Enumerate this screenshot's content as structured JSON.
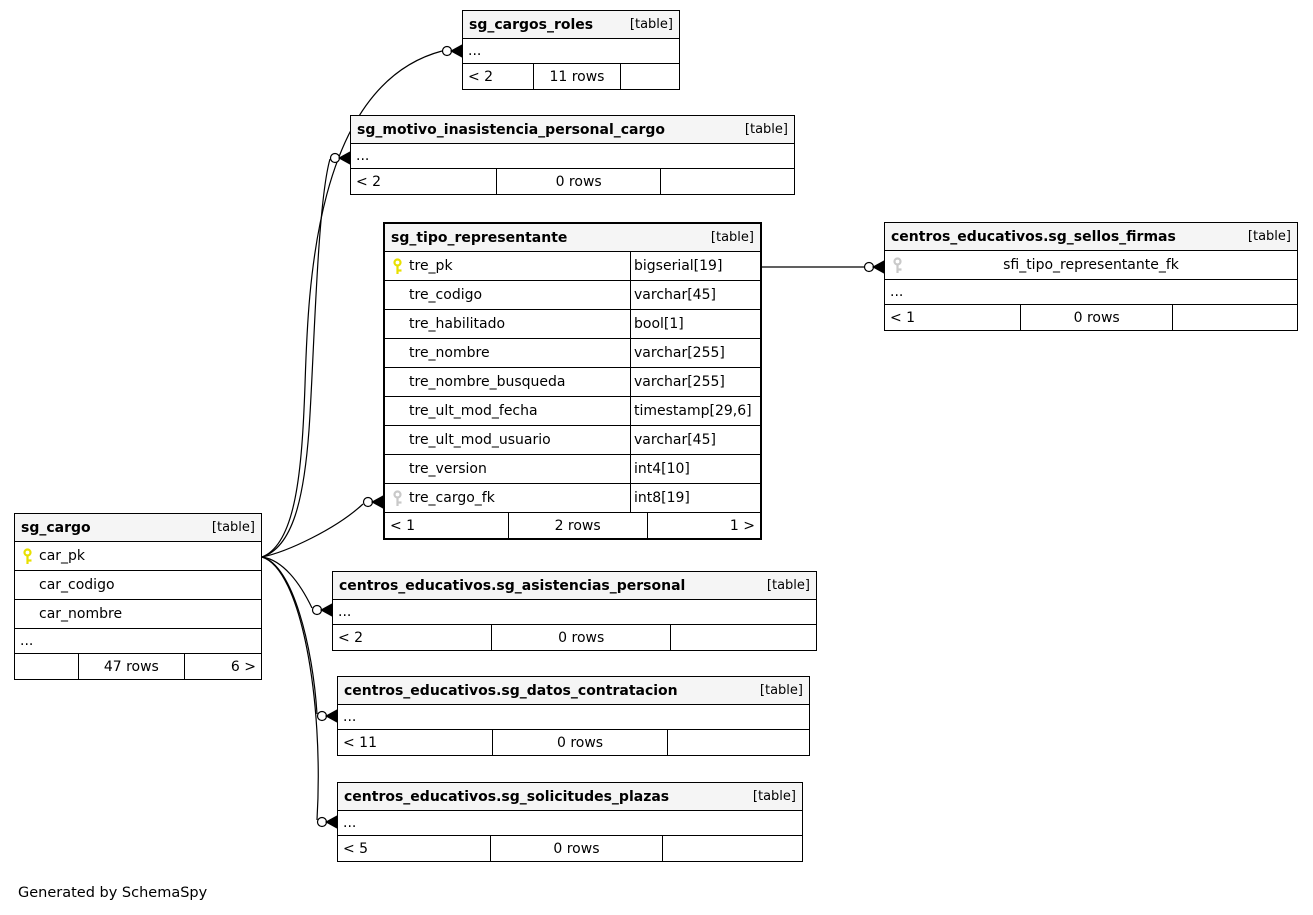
{
  "footer_note": "Generated by SchemaSpy",
  "colors": {
    "primary_key": "#e8e000",
    "foreign_key": "#c9c9c9",
    "header_bg": "#f5f5f5",
    "line": "#000000"
  },
  "tables": {
    "cargos_roles": {
      "title": "sg_cargos_roles",
      "tag": "[table]",
      "more": "...",
      "footer": {
        "left": "< 2",
        "center": "11 rows",
        "right": ""
      }
    },
    "motivo_inasistencia": {
      "title": "sg_motivo_inasistencia_personal_cargo",
      "tag": "[table]",
      "more": "...",
      "footer": {
        "left": "< 2",
        "center": "0 rows",
        "right": ""
      }
    },
    "tipo_representante": {
      "title": "sg_tipo_representante",
      "tag": "[table]",
      "columns": [
        {
          "name": "tre_pk",
          "type": "bigserial[19]",
          "key": "primary"
        },
        {
          "name": "tre_codigo",
          "type": "varchar[45]",
          "key": ""
        },
        {
          "name": "tre_habilitado",
          "type": "bool[1]",
          "key": ""
        },
        {
          "name": "tre_nombre",
          "type": "varchar[255]",
          "key": ""
        },
        {
          "name": "tre_nombre_busqueda",
          "type": "varchar[255]",
          "key": ""
        },
        {
          "name": "tre_ult_mod_fecha",
          "type": "timestamp[29,6]",
          "key": ""
        },
        {
          "name": "tre_ult_mod_usuario",
          "type": "varchar[45]",
          "key": ""
        },
        {
          "name": "tre_version",
          "type": "int4[10]",
          "key": ""
        },
        {
          "name": "tre_cargo_fk",
          "type": "int8[19]",
          "key": "foreign"
        }
      ],
      "footer": {
        "left": "< 1",
        "center": "2 rows",
        "right": "1 >"
      }
    },
    "sellos_firmas": {
      "title": "centros_educativos.sg_sellos_firmas",
      "tag": "[table]",
      "fk_column": "sfi_tipo_representante_fk",
      "more": "...",
      "footer": {
        "left": "< 1",
        "center": "0 rows",
        "right": ""
      }
    },
    "cargo": {
      "title": "sg_cargo",
      "tag": "[table]",
      "columns": [
        {
          "name": "car_pk",
          "key": "primary"
        },
        {
          "name": "car_codigo",
          "key": ""
        },
        {
          "name": "car_nombre",
          "key": ""
        }
      ],
      "more": "...",
      "footer": {
        "left": "",
        "center": "47 rows",
        "right": "6 >"
      }
    },
    "asistencias_personal": {
      "title": "centros_educativos.sg_asistencias_personal",
      "tag": "[table]",
      "more": "...",
      "footer": {
        "left": "< 2",
        "center": "0 rows",
        "right": ""
      }
    },
    "datos_contratacion": {
      "title": "centros_educativos.sg_datos_contratacion",
      "tag": "[table]",
      "more": "...",
      "footer": {
        "left": "< 11",
        "center": "0 rows",
        "right": ""
      }
    },
    "solicitudes_plazas": {
      "title": "centros_educativos.sg_solicitudes_plazas",
      "tag": "[table]",
      "more": "...",
      "footer": {
        "left": "< 5",
        "center": "0 rows",
        "right": ""
      }
    }
  }
}
